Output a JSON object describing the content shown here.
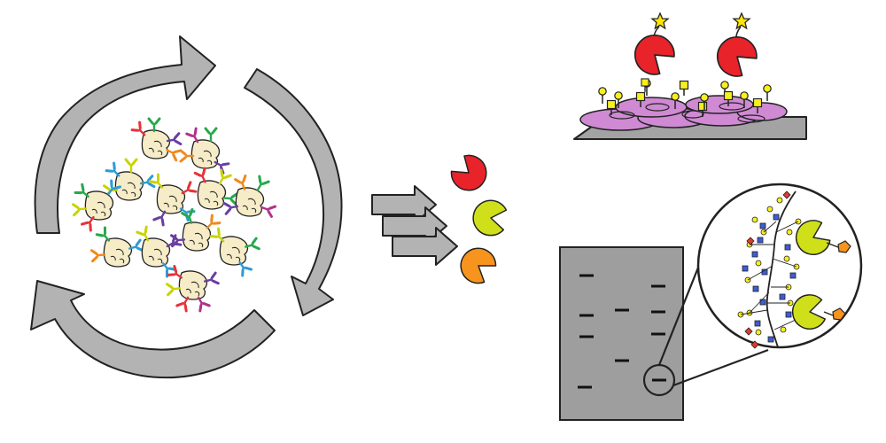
{
  "colors": {
    "arrow_fill": "#b3b3b3",
    "stroke": "#222222",
    "cell_body": "#f6ecc8",
    "ear_palette": [
      "#e5333a",
      "#f08a1c",
      "#c8d400",
      "#27a84a",
      "#2e9bd6",
      "#6a3fa0",
      "#b0338c"
    ],
    "lectin_red": "#e8232a",
    "lectin_yellow": "#cfe01b",
    "lectin_orange": "#f7941d",
    "star": "#ffe600",
    "glycan_yellow": "#f7ef1e",
    "glycan_blue": "#3f5bd6",
    "glycan_red": "#e13a2c",
    "tissue": "#cf8ad3",
    "slide": "#a3a3a3",
    "gel": "#9e9e9e",
    "band": "#111111"
  },
  "icons": {
    "cycle": "circular-arrows-icon",
    "library": "yeast-display-library-icon",
    "transfer": "triple-arrow-icon",
    "binders": "lectin-binder-icon",
    "stain": "tissue-staining-panel",
    "blot": "western-blot-panel"
  },
  "binders": [
    {
      "color": "red"
    },
    {
      "color": "yellow"
    },
    {
      "color": "orange"
    }
  ]
}
